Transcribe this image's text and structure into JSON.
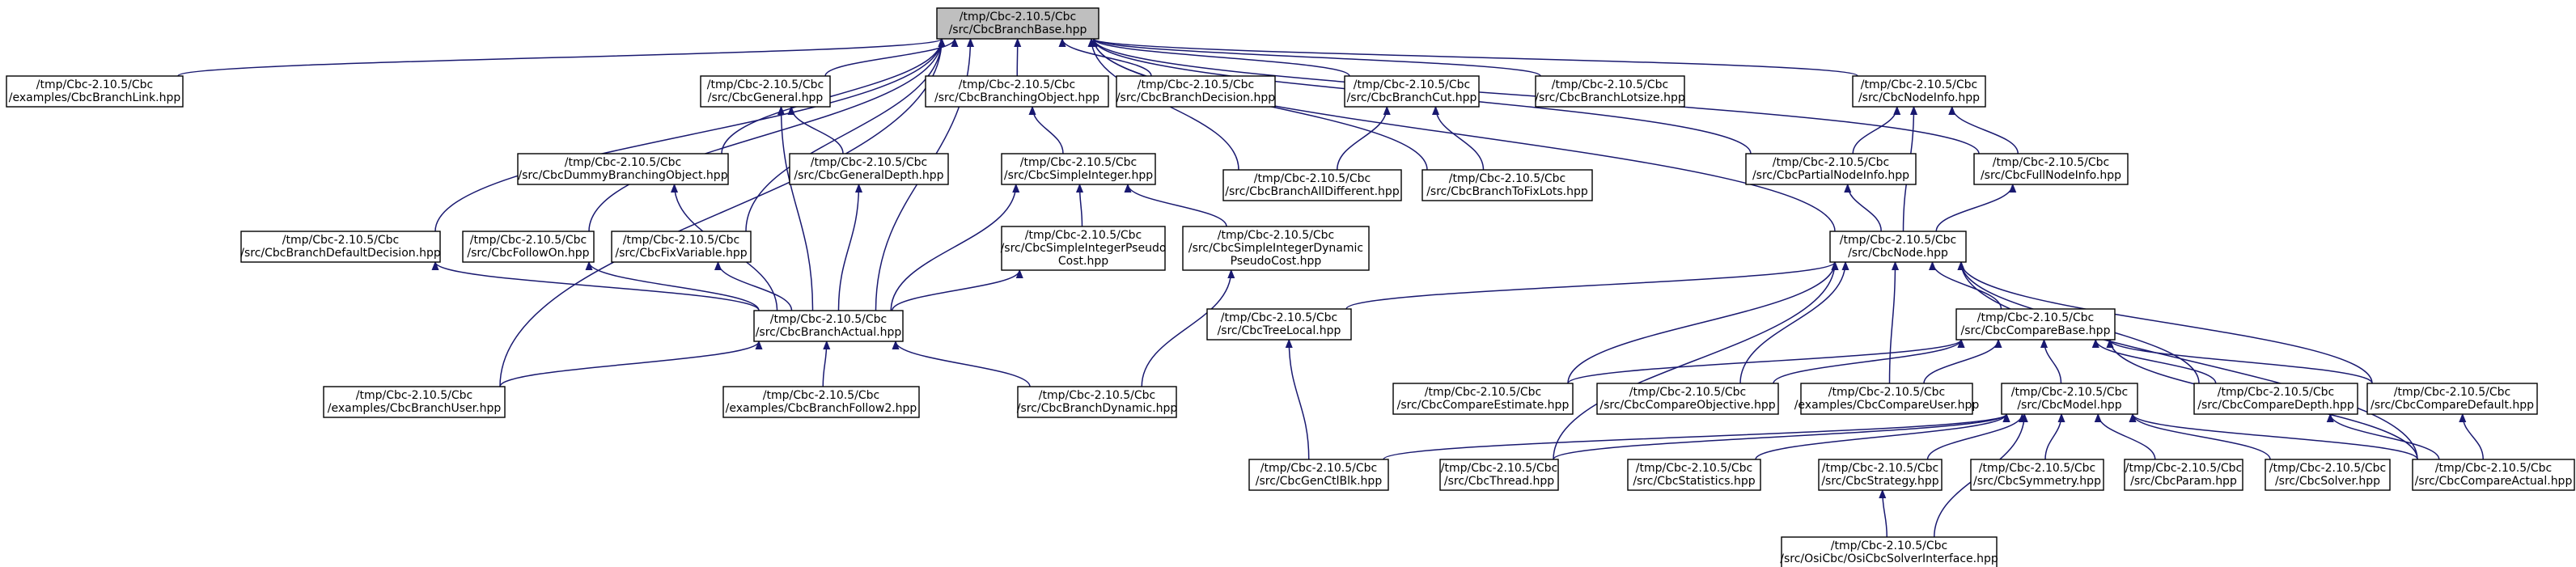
{
  "colors": {
    "edge": "#191970",
    "root_fill": "#bfbfbf",
    "node_fill": "#ffffff",
    "node_border": "#000000"
  },
  "nodes": {
    "root": [
      "/tmp/Cbc-2.10.5/Cbc",
      "/src/CbcBranchBase.hpp"
    ],
    "link": [
      "/tmp/Cbc-2.10.5/Cbc",
      "/examples/CbcBranchLink.hpp"
    ],
    "general": [
      "/tmp/Cbc-2.10.5/Cbc",
      "/src/CbcGeneral.hpp"
    ],
    "branching_object": [
      "/tmp/Cbc-2.10.5/Cbc",
      "/src/CbcBranchingObject.hpp"
    ],
    "branch_decision": [
      "/tmp/Cbc-2.10.5/Cbc",
      "/src/CbcBranchDecision.hpp"
    ],
    "branch_cut": [
      "/tmp/Cbc-2.10.5/Cbc",
      "/src/CbcBranchCut.hpp"
    ],
    "branch_lotsize": [
      "/tmp/Cbc-2.10.5/Cbc",
      "/src/CbcBranchLotsize.hpp"
    ],
    "node_info": [
      "/tmp/Cbc-2.10.5/Cbc",
      "/src/CbcNodeInfo.hpp"
    ],
    "dummy": [
      "/tmp/Cbc-2.10.5/Cbc",
      "/src/CbcDummyBranchingObject.hpp"
    ],
    "general_depth": [
      "/tmp/Cbc-2.10.5/Cbc",
      "/src/CbcGeneralDepth.hpp"
    ],
    "simple_integer": [
      "/tmp/Cbc-2.10.5/Cbc",
      "/src/CbcSimpleInteger.hpp"
    ],
    "all_different": [
      "/tmp/Cbc-2.10.5/Cbc",
      "/src/CbcBranchAllDifferent.hpp"
    ],
    "to_fix_lots": [
      "/tmp/Cbc-2.10.5/Cbc",
      "/src/CbcBranchToFixLots.hpp"
    ],
    "partial_node_info": [
      "/tmp/Cbc-2.10.5/Cbc",
      "/src/CbcPartialNodeInfo.hpp"
    ],
    "full_node_info": [
      "/tmp/Cbc-2.10.5/Cbc",
      "/src/CbcFullNodeInfo.hpp"
    ],
    "default_decision": [
      "/tmp/Cbc-2.10.5/Cbc",
      "/src/CbcBranchDefaultDecision.hpp"
    ],
    "follow_on": [
      "/tmp/Cbc-2.10.5/Cbc",
      "/src/CbcFollowOn.hpp"
    ],
    "fix_variable": [
      "/tmp/Cbc-2.10.5/Cbc",
      "/src/CbcFixVariable.hpp"
    ],
    "simple_integer_pseudo": [
      "/tmp/Cbc-2.10.5/Cbc",
      "/src/CbcSimpleIntegerPseudo",
      "Cost.hpp"
    ],
    "simple_integer_dynamic": [
      "/tmp/Cbc-2.10.5/Cbc",
      "/src/CbcSimpleIntegerDynamic",
      "PseudoCost.hpp"
    ],
    "cbc_node": [
      "/tmp/Cbc-2.10.5/Cbc",
      "/src/CbcNode.hpp"
    ],
    "branch_actual": [
      "/tmp/Cbc-2.10.5/Cbc",
      "/src/CbcBranchActual.hpp"
    ],
    "tree_local": [
      "/tmp/Cbc-2.10.5/Cbc",
      "/src/CbcTreeLocal.hpp"
    ],
    "compare_base": [
      "/tmp/Cbc-2.10.5/Cbc",
      "/src/CbcCompareBase.hpp"
    ],
    "branch_user": [
      "/tmp/Cbc-2.10.5/Cbc",
      "/examples/CbcBranchUser.hpp"
    ],
    "branch_follow2": [
      "/tmp/Cbc-2.10.5/Cbc",
      "/examples/CbcBranchFollow2.hpp"
    ],
    "branch_dynamic": [
      "/tmp/Cbc-2.10.5/Cbc",
      "/src/CbcBranchDynamic.hpp"
    ],
    "compare_estimate": [
      "/tmp/Cbc-2.10.5/Cbc",
      "/src/CbcCompareEstimate.hpp"
    ],
    "compare_objective": [
      "/tmp/Cbc-2.10.5/Cbc",
      "/src/CbcCompareObjective.hpp"
    ],
    "compare_user": [
      "/tmp/Cbc-2.10.5/Cbc",
      "/examples/CbcCompareUser.hpp"
    ],
    "cbc_model": [
      "/tmp/Cbc-2.10.5/Cbc",
      "/src/CbcModel.hpp"
    ],
    "compare_depth": [
      "/tmp/Cbc-2.10.5/Cbc",
      "/src/CbcCompareDepth.hpp"
    ],
    "compare_default": [
      "/tmp/Cbc-2.10.5/Cbc",
      "/src/CbcCompareDefault.hpp"
    ],
    "gen_ctl_blk": [
      "/tmp/Cbc-2.10.5/Cbc",
      "/src/CbcGenCtlBlk.hpp"
    ],
    "cbc_thread": [
      "/tmp/Cbc-2.10.5/Cbc",
      "/src/CbcThread.hpp"
    ],
    "statistics": [
      "/tmp/Cbc-2.10.5/Cbc",
      "/src/CbcStatistics.hpp"
    ],
    "strategy": [
      "/tmp/Cbc-2.10.5/Cbc",
      "/src/CbcStrategy.hpp"
    ],
    "symmetry": [
      "/tmp/Cbc-2.10.5/Cbc",
      "/src/CbcSymmetry.hpp"
    ],
    "param": [
      "/tmp/Cbc-2.10.5/Cbc",
      "/src/CbcParam.hpp"
    ],
    "solver": [
      "/tmp/Cbc-2.10.5/Cbc",
      "/src/CbcSolver.hpp"
    ],
    "compare_actual": [
      "/tmp/Cbc-2.10.5/Cbc",
      "/src/CbcCompareActual.hpp"
    ],
    "osi_solver_interface": [
      "/tmp/Cbc-2.10.5/Cbc",
      "/src/OsiCbc/OsiCbcSolverInterface.hpp"
    ]
  },
  "edges": [
    [
      "link",
      "root"
    ],
    [
      "general",
      "root"
    ],
    [
      "branching_object",
      "root"
    ],
    [
      "branch_decision",
      "root"
    ],
    [
      "branch_cut",
      "root"
    ],
    [
      "branch_lotsize",
      "root"
    ],
    [
      "node_info",
      "root"
    ],
    [
      "dummy",
      "root"
    ],
    [
      "branch_actual",
      "root"
    ],
    [
      "default_decision",
      "root"
    ],
    [
      "follow_on",
      "root"
    ],
    [
      "fix_variable",
      "root"
    ],
    [
      "branch_user",
      "root"
    ],
    [
      "all_different",
      "root"
    ],
    [
      "to_fix_lots",
      "root"
    ],
    [
      "partial_node_info",
      "root"
    ],
    [
      "full_node_info",
      "root"
    ],
    [
      "cbc_node",
      "root"
    ],
    [
      "general_depth",
      "general"
    ],
    [
      "branch_actual",
      "general"
    ],
    [
      "simple_integer",
      "branching_object"
    ],
    [
      "all_different",
      "branch_cut"
    ],
    [
      "to_fix_lots",
      "branch_cut"
    ],
    [
      "partial_node_info",
      "node_info"
    ],
    [
      "full_node_info",
      "node_info"
    ],
    [
      "cbc_node",
      "node_info"
    ],
    [
      "branch_actual",
      "dummy"
    ],
    [
      "branch_actual",
      "general_depth"
    ],
    [
      "branch_actual",
      "simple_integer"
    ],
    [
      "simple_integer_pseudo",
      "simple_integer"
    ],
    [
      "simple_integer_dynamic",
      "simple_integer"
    ],
    [
      "cbc_node",
      "partial_node_info"
    ],
    [
      "cbc_node",
      "full_node_info"
    ],
    [
      "branch_actual",
      "default_decision"
    ],
    [
      "branch_actual",
      "follow_on"
    ],
    [
      "branch_actual",
      "fix_variable"
    ],
    [
      "branch_actual",
      "simple_integer_pseudo"
    ],
    [
      "branch_dynamic",
      "simple_integer_dynamic"
    ],
    [
      "tree_local",
      "cbc_node"
    ],
    [
      "compare_base",
      "cbc_node"
    ],
    [
      "compare_estimate",
      "cbc_node"
    ],
    [
      "compare_objective",
      "cbc_node"
    ],
    [
      "compare_user",
      "cbc_node"
    ],
    [
      "compare_depth",
      "cbc_node"
    ],
    [
      "compare_default",
      "cbc_node"
    ],
    [
      "cbc_thread",
      "cbc_node"
    ],
    [
      "compare_actual",
      "cbc_node"
    ],
    [
      "branch_user",
      "branch_actual"
    ],
    [
      "branch_follow2",
      "branch_actual"
    ],
    [
      "branch_dynamic",
      "branch_actual"
    ],
    [
      "gen_ctl_blk",
      "tree_local"
    ],
    [
      "compare_estimate",
      "compare_base"
    ],
    [
      "compare_objective",
      "compare_base"
    ],
    [
      "compare_user",
      "compare_base"
    ],
    [
      "cbc_model",
      "compare_base"
    ],
    [
      "compare_depth",
      "compare_base"
    ],
    [
      "compare_default",
      "compare_base"
    ],
    [
      "compare_actual",
      "compare_base"
    ],
    [
      "gen_ctl_blk",
      "cbc_model"
    ],
    [
      "cbc_thread",
      "cbc_model"
    ],
    [
      "statistics",
      "cbc_model"
    ],
    [
      "strategy",
      "cbc_model"
    ],
    [
      "symmetry",
      "cbc_model"
    ],
    [
      "param",
      "cbc_model"
    ],
    [
      "solver",
      "cbc_model"
    ],
    [
      "compare_actual",
      "cbc_model"
    ],
    [
      "osi_solver_interface",
      "cbc_model"
    ],
    [
      "osi_solver_interface",
      "strategy"
    ],
    [
      "compare_actual",
      "compare_depth"
    ],
    [
      "compare_actual",
      "compare_default"
    ]
  ]
}
